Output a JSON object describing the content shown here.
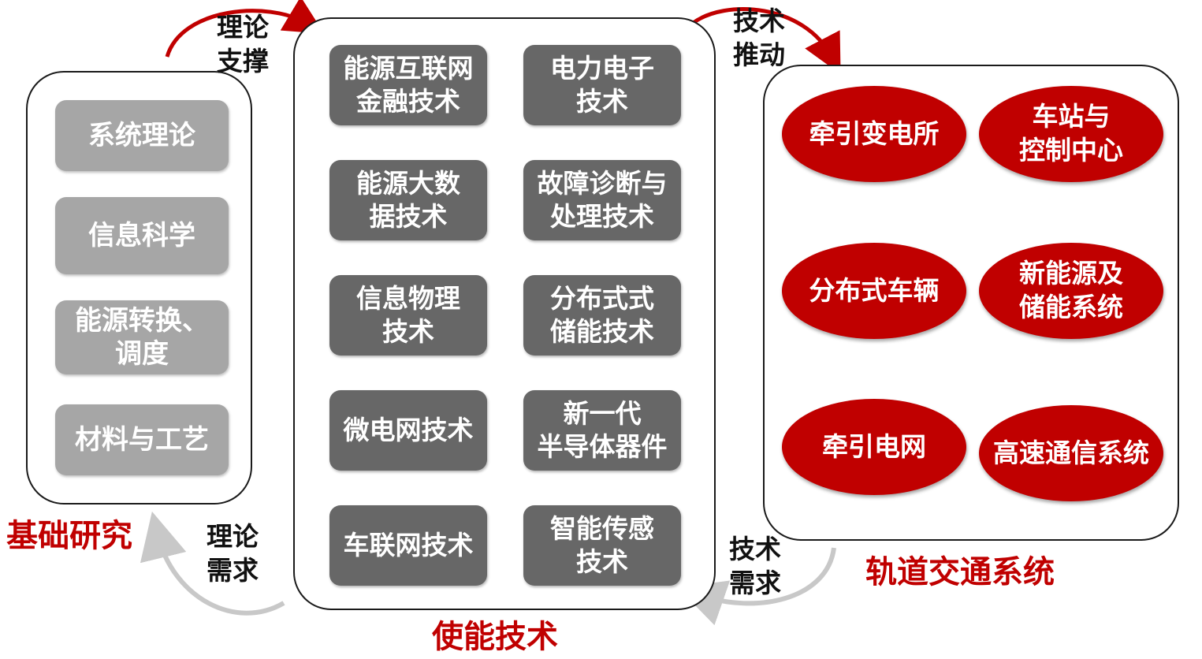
{
  "colors": {
    "accent_red": "#c00000",
    "gray_box": "#a6a6a6",
    "dark_box": "#676767",
    "arrow_gray": "#bfbfbf"
  },
  "basic_research": {
    "title": "基础研究",
    "items": [
      "系统理论",
      "信息科学",
      "能源转换、\n调度",
      "材料与工艺"
    ]
  },
  "enabling_tech": {
    "title": "使能技术",
    "items": [
      "能源互联网\n金融技术",
      "电力电子\n技术",
      "能源大数\n据技术",
      "故障诊断与\n处理技术",
      "信息物理\n技术",
      "分布式式\n储能技术",
      "微电网技术",
      "新一代\n半导体器件",
      "车联网技术",
      "智能传感\n技术"
    ]
  },
  "rail_system": {
    "title": "轨道交通系统",
    "items": [
      "牵引变电所",
      "车站与\n控制中心",
      "分布式车辆",
      "新能源及\n储能系统",
      "牵引电网",
      "高速通信系统"
    ]
  },
  "flows": {
    "theory_support": "理论\n支撑",
    "tech_push": "技术\n推动",
    "theory_demand": "理论\n需求",
    "tech_demand": "技术\n需求"
  }
}
